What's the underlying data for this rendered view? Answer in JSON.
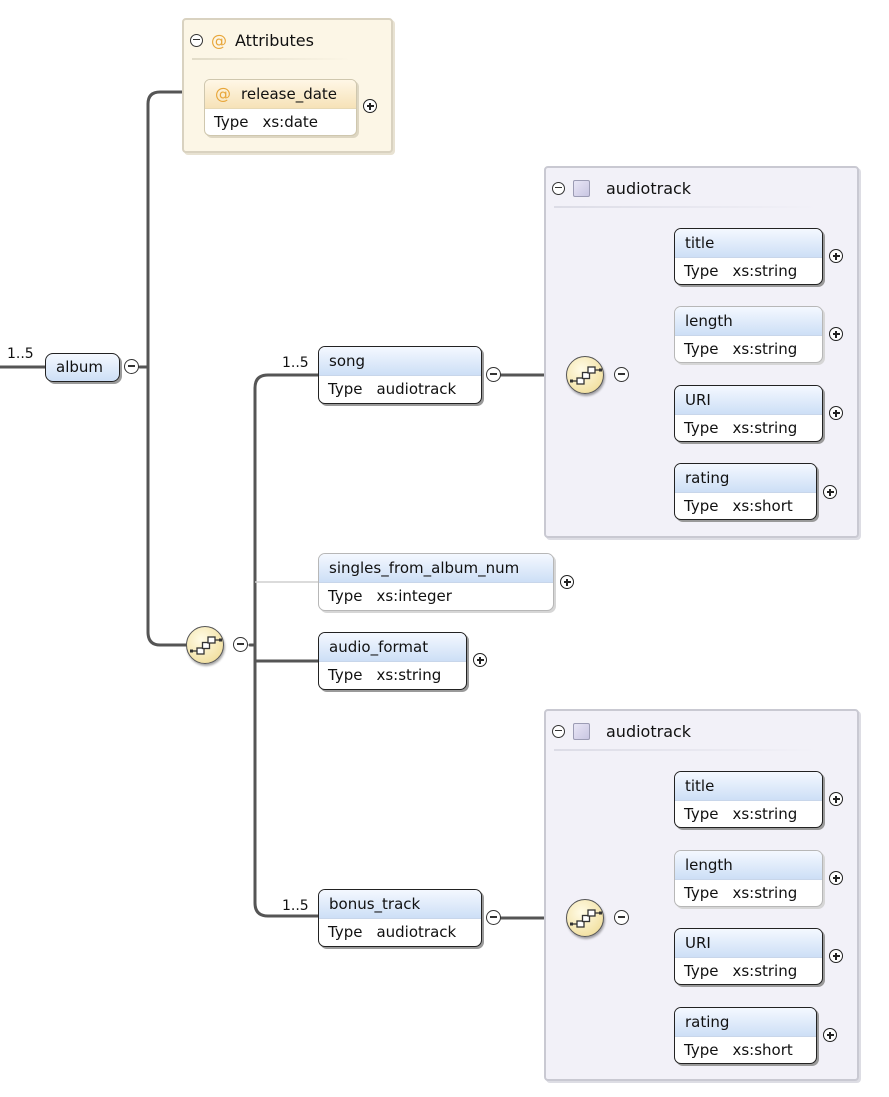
{
  "attributes_panel": {
    "title": "Attributes",
    "attribute": {
      "name": "release_date",
      "type_label": "Type",
      "type_value": "xs:date"
    }
  },
  "root": {
    "name": "album",
    "occurrence": "1..5"
  },
  "children": [
    {
      "name": "song",
      "occurrence": "1..5",
      "type_label": "Type",
      "type_value": "audiotrack",
      "optional": false
    },
    {
      "name": "singles_from_album_num",
      "type_label": "Type",
      "type_value": "xs:integer",
      "optional": true
    },
    {
      "name": "audio_format",
      "type_label": "Type",
      "type_value": "xs:string",
      "optional": false
    },
    {
      "name": "bonus_track",
      "occurrence": "1..5",
      "type_label": "Type",
      "type_value": "audiotrack",
      "optional": false
    }
  ],
  "complex_types": [
    {
      "title": "audiotrack",
      "elements": [
        {
          "name": "title",
          "type_label": "Type",
          "type_value": "xs:string",
          "optional": false
        },
        {
          "name": "length",
          "type_label": "Type",
          "type_value": "xs:string",
          "optional": true
        },
        {
          "name": "URI",
          "type_label": "Type",
          "type_value": "xs:string",
          "optional": false
        },
        {
          "name": "rating",
          "type_label": "Type",
          "type_value": "xs:short",
          "optional": false
        }
      ]
    },
    {
      "title": "audiotrack",
      "elements": [
        {
          "name": "title",
          "type_label": "Type",
          "type_value": "xs:string",
          "optional": false
        },
        {
          "name": "length",
          "type_label": "Type",
          "type_value": "xs:string",
          "optional": true
        },
        {
          "name": "URI",
          "type_label": "Type",
          "type_value": "xs:string",
          "optional": false
        },
        {
          "name": "rating",
          "type_label": "Type",
          "type_value": "xs:short",
          "optional": false
        }
      ]
    }
  ],
  "icons": {
    "sequence": "sequence-compositor-icon",
    "collapse": "minus-circle-icon",
    "expand": "plus-circle-icon",
    "attribute": "at-icon",
    "complex_type": "complex-type-icon"
  },
  "colors": {
    "attributes_panel_bg": "#fcf6e6",
    "type_panel_bg": "#f2f1f8",
    "element_header_gradient_end": "#cddff6",
    "connector": "#555555"
  }
}
